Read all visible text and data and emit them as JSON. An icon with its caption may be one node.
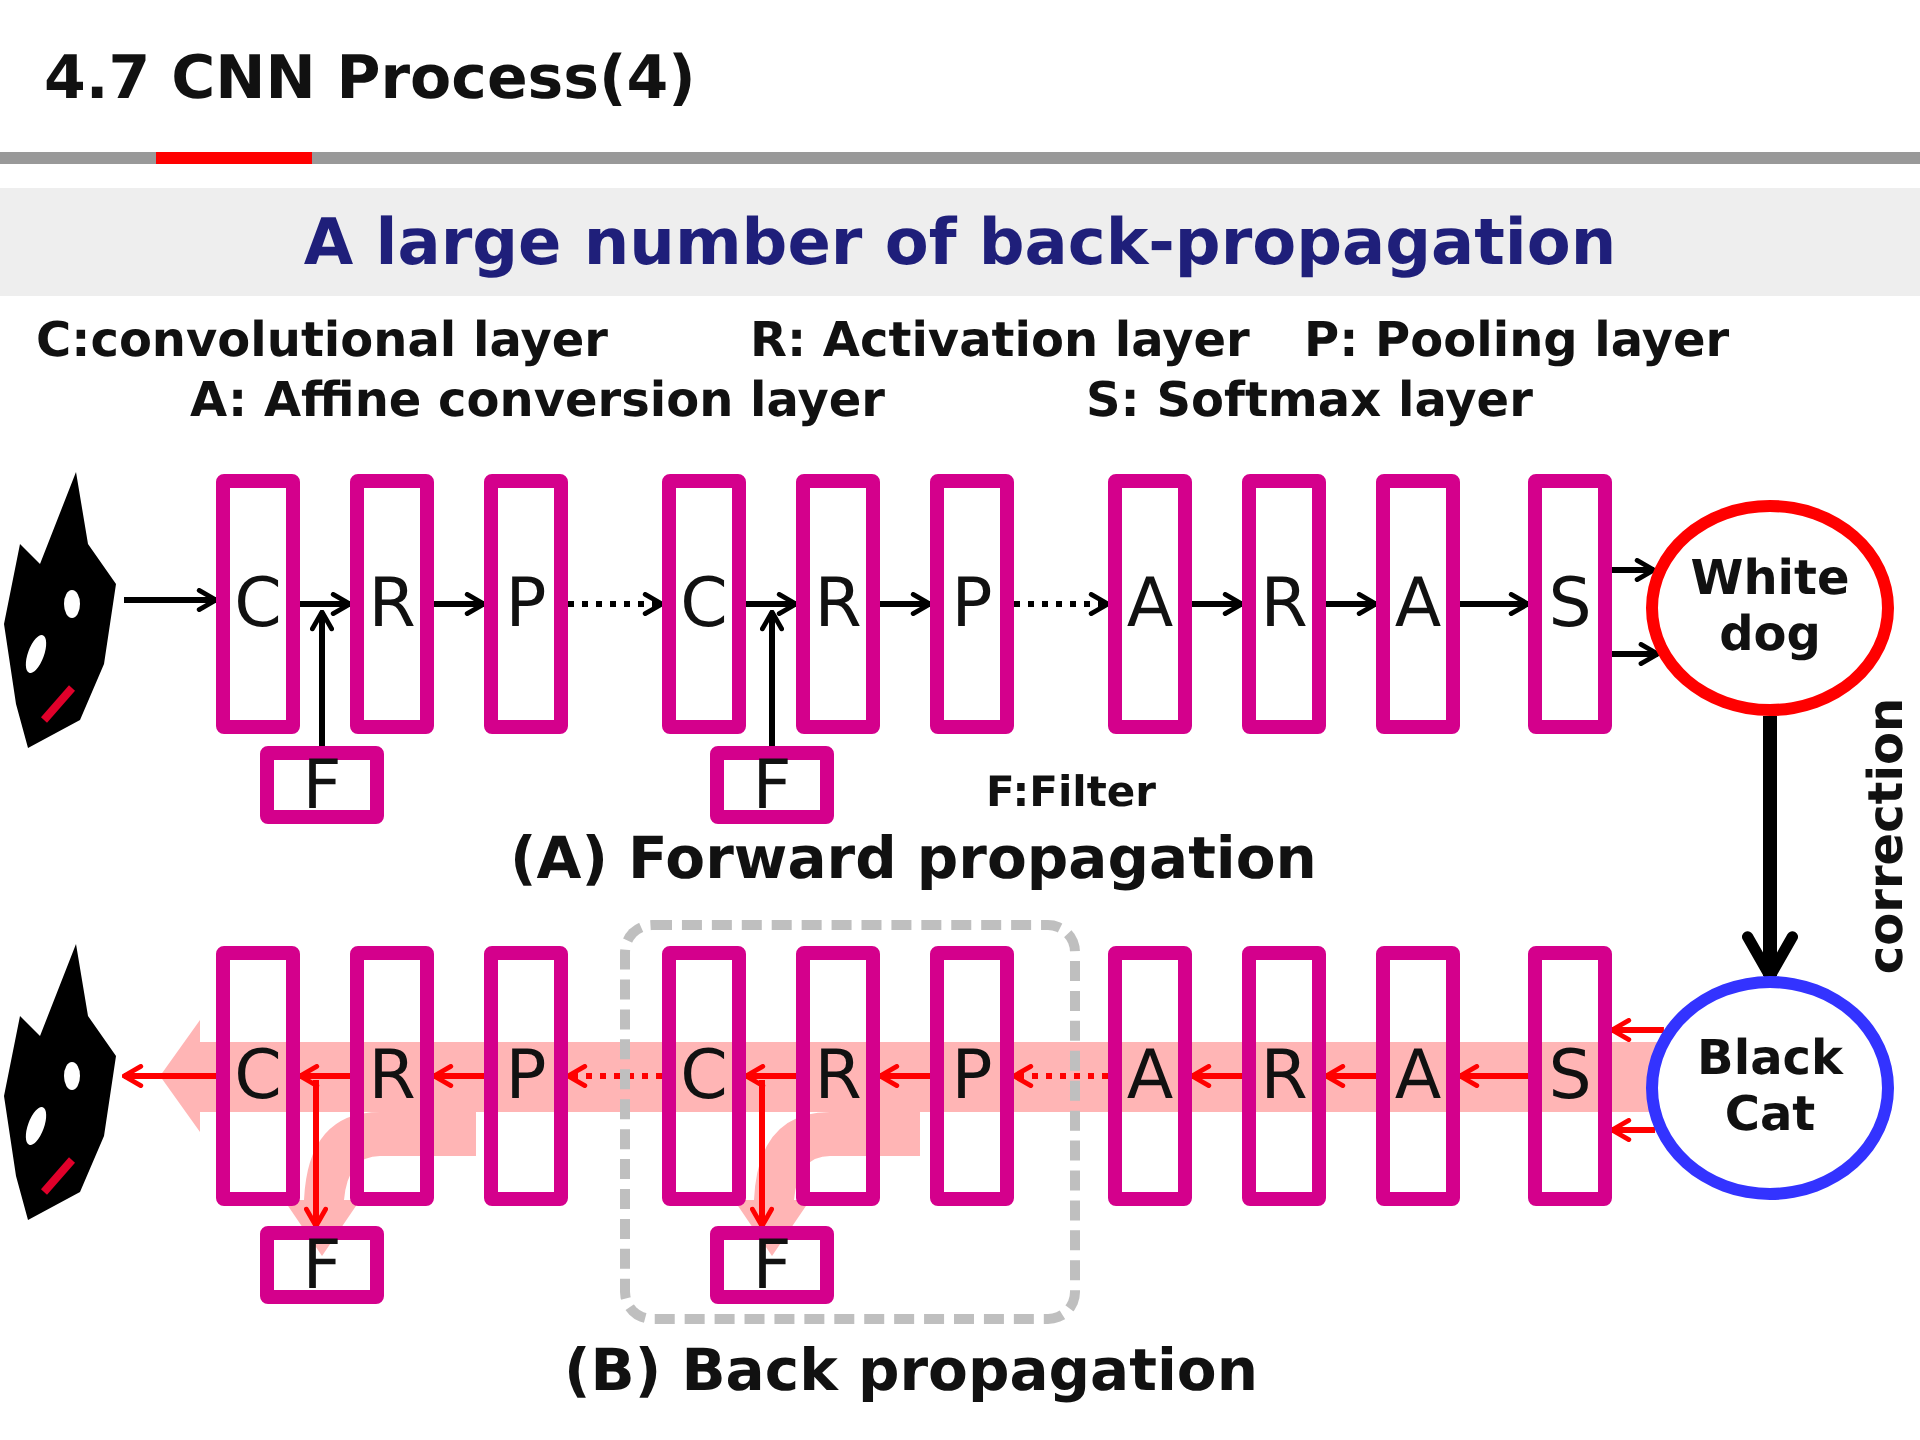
{
  "diagram": {
    "title": "4.7 CNN Process(4)",
    "nodes": [
      {
        "text": [],
        "shape": "picture"
      },
      {
        "text": [
          "C"
        ]
      },
      {
        "text": [
          "R"
        ]
      },
      {
        "text": [
          "P"
        ]
      },
      {
        "text": [
          "C"
        ]
      },
      {
        "text": [
          "R"
        ]
      },
      {
        "text": [
          "P"
        ]
      },
      {
        "text": [
          "A"
        ]
      },
      {
        "text": [
          "R"
        ]
      },
      {
        "text": [
          "A"
        ]
      },
      {
        "text": [
          "S"
        ]
      },
      {
        "text": [
          "F"
        ]
      },
      {
        "text": [
          "F"
        ]
      },
      {
        "text": [
          "White dog"
        ]
      },
      {
        "text": [],
        "shape": "picture"
      },
      {
        "text": [
          "C"
        ]
      },
      {
        "text": [
          "R"
        ]
      },
      {
        "text": [
          "P"
        ]
      },
      {
        "text": [],
        "shape": "box"
      },
      {
        "text": [
          "C"
        ],
        "in": 18
      },
      {
        "text": [
          "R"
        ],
        "in": 18
      },
      {
        "text": [
          "P"
        ],
        "in": 18
      },
      {
        "text": [
          "A"
        ]
      },
      {
        "text": [
          "R"
        ]
      },
      {
        "text": [
          "A"
        ]
      },
      {
        "text": [
          "S"
        ]
      },
      {
        "text": [
          "F"
        ]
      },
      {
        "text": [
          "F"
        ],
        "in": 18
      },
      {
        "text": [
          "Black Cat"
        ]
      }
    ],
    "edges": [
      {
        "from": 0,
        "to": 1,
        "arrow": "to"
      },
      {
        "from": 1,
        "to": 2,
        "arrow": "to"
      },
      {
        "from": 2,
        "to": 3,
        "arrow": "to"
      },
      {
        "from": 3,
        "to": 4,
        "arrow": "to",
        "style": "dashed"
      },
      {
        "from": 4,
        "to": 5,
        "arrow": "to"
      },
      {
        "from": 5,
        "to": 6,
        "arrow": "to"
      },
      {
        "from": 6,
        "to": 7,
        "arrow": "to",
        "style": "dashed"
      },
      {
        "from": 7,
        "to": 8,
        "arrow": "to"
      },
      {
        "from": 8,
        "to": 9,
        "arrow": "to"
      },
      {
        "from": 9,
        "to": 10,
        "arrow": "to"
      },
      {
        "from": 10,
        "to": 13,
        "arrow": "to"
      },
      {
        "from": 10,
        "to": 13,
        "arrow": "to"
      },
      {
        "from": 11,
        "to": 1,
        "arrow": "to"
      },
      {
        "from": 12,
        "to": 4,
        "arrow": "to"
      },
      {
        "from": 13,
        "to": 28,
        "arrow": "to",
        "style": "thick",
        "label": "correction"
      },
      {
        "from": 28,
        "to": 25,
        "arrow": "to",
        "color": "#ff0000"
      },
      {
        "from": 28,
        "to": 25,
        "arrow": "to",
        "color": "#ff0000"
      },
      {
        "from": 25,
        "to": 24,
        "arrow": "to",
        "color": "#ff0000"
      },
      {
        "from": 24,
        "to": 23,
        "arrow": "to",
        "color": "#ff0000"
      },
      {
        "from": 23,
        "to": 22,
        "arrow": "to",
        "color": "#ff0000"
      },
      {
        "from": 22,
        "to": 21,
        "arrow": "to",
        "style": "dashed",
        "color": "#ff0000"
      },
      {
        "from": 21,
        "to": 20,
        "arrow": "to",
        "color": "#ff0000"
      },
      {
        "from": 20,
        "to": 19,
        "arrow": "to",
        "color": "#ff0000"
      },
      {
        "from": 19,
        "to": 17,
        "arrow": "to",
        "style": "dashed",
        "color": "#ff0000"
      },
      {
        "from": 17,
        "to": 16,
        "arrow": "to",
        "color": "#ff0000"
      },
      {
        "from": 16,
        "to": 15,
        "arrow": "to",
        "color": "#ff0000"
      },
      {
        "from": 15,
        "to": 14,
        "arrow": "to",
        "color": "#ff0000"
      },
      {
        "from": 15,
        "to": 26,
        "arrow": "to",
        "color": "#ff0000"
      },
      {
        "from": 19,
        "to": 27,
        "arrow": "to",
        "color": "#ff0000"
      }
    ],
    "labels": [
      "A large number of back-propagation",
      "C:convolutional layer",
      "R: Activation layer",
      "P: Pooling layer",
      "A: Affine conversion layer",
      "S: Softmax layer",
      "F:Filter",
      "(A) Forward propagation",
      "(B) Back propagation"
    ]
  }
}
